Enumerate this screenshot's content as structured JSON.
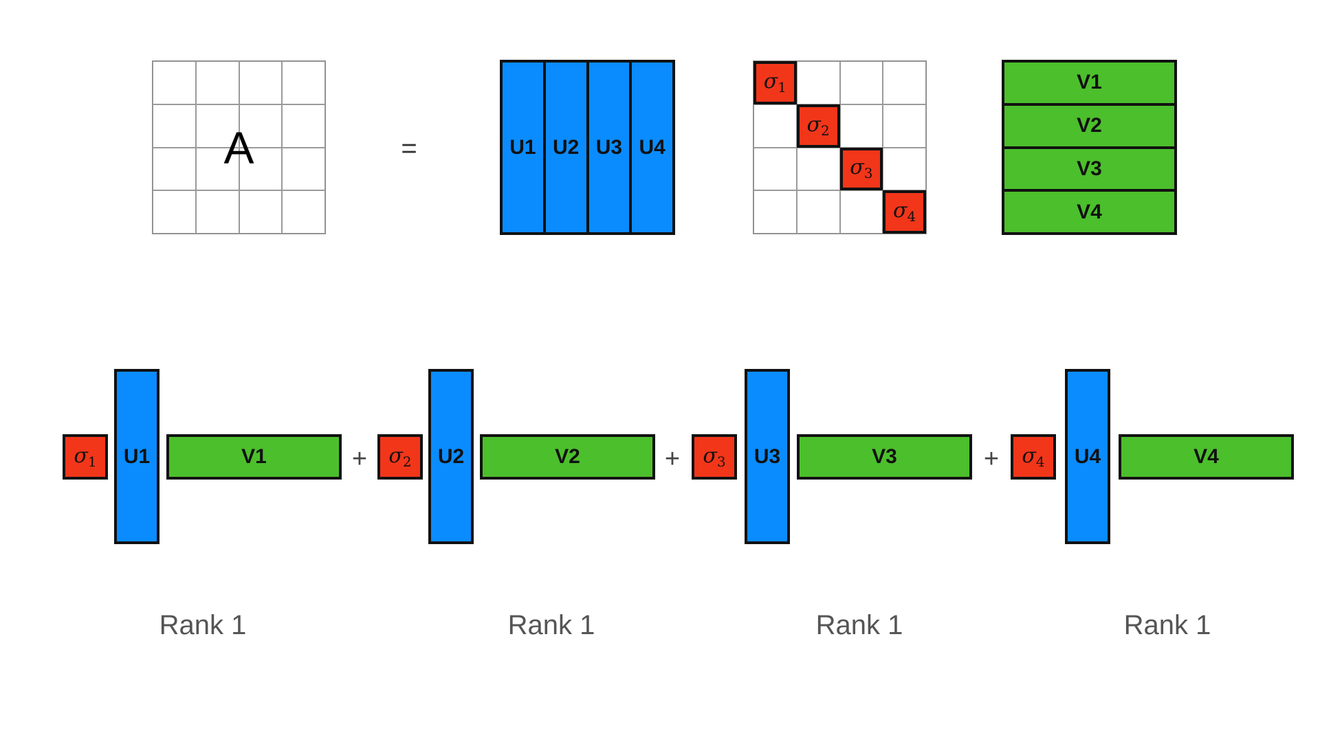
{
  "equation": {
    "matrix_a_label": "A",
    "equals_sign": "=",
    "u_columns": [
      "U1",
      "U2",
      "U3",
      "U4"
    ],
    "sigma_diagonal": [
      {
        "symbol": "σ",
        "index": "1"
      },
      {
        "symbol": "σ",
        "index": "2"
      },
      {
        "symbol": "σ",
        "index": "3"
      },
      {
        "symbol": "σ",
        "index": "4"
      }
    ],
    "v_rows": [
      "V1",
      "V2",
      "V3",
      "V4"
    ]
  },
  "expansion": {
    "terms": [
      {
        "sigma_symbol": "σ",
        "sigma_index": "1",
        "u_label": "U1",
        "v_label": "V1",
        "rank_label": "Rank 1"
      },
      {
        "sigma_symbol": "σ",
        "sigma_index": "2",
        "u_label": "U2",
        "v_label": "V2",
        "rank_label": "Rank 1"
      },
      {
        "sigma_symbol": "σ",
        "sigma_index": "3",
        "u_label": "U3",
        "v_label": "V3",
        "rank_label": "Rank 1"
      },
      {
        "sigma_symbol": "σ",
        "sigma_index": "4",
        "u_label": "U4",
        "v_label": "V4",
        "rank_label": "Rank 1"
      }
    ],
    "plus_sign": "+"
  },
  "colors": {
    "u_blue": "#0a8cff",
    "sigma_red": "#f2361a",
    "v_green": "#4cbf2c",
    "outline": "#111111",
    "grid": "#9a9a9a"
  }
}
